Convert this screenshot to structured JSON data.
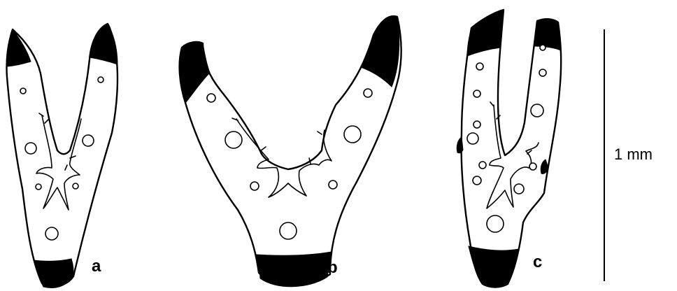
{
  "panels": [
    {
      "id": "a",
      "label": "a"
    },
    {
      "id": "b",
      "label": "b"
    },
    {
      "id": "c",
      "label": "c"
    }
  ],
  "scale_bar": {
    "label": "1 mm",
    "length_value": 1,
    "unit": "mm"
  },
  "colors": {
    "ink": "#000000",
    "paper": "#ffffff"
  }
}
